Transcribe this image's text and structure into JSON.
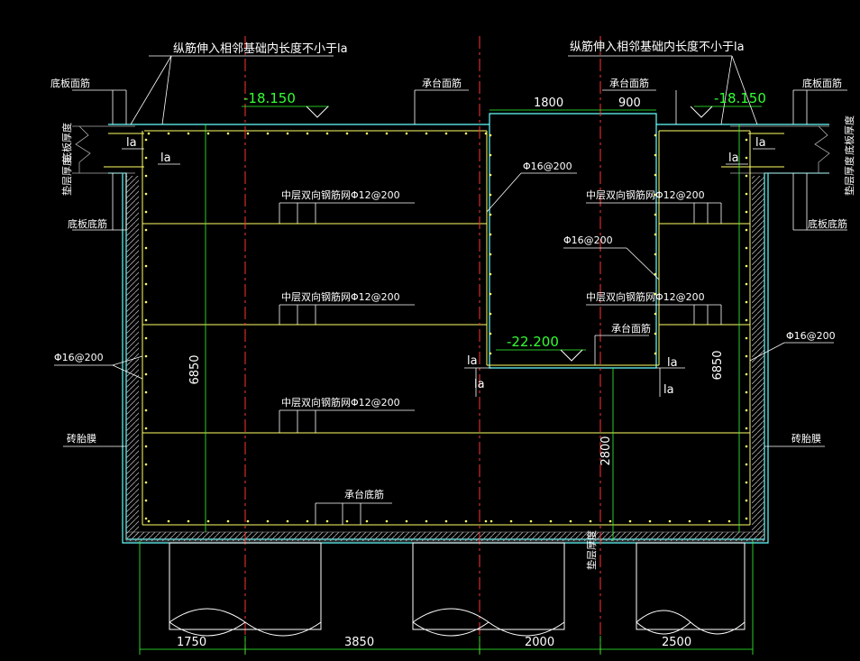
{
  "drawing": {
    "level_top": "-18.150",
    "level_pit": "-22.200",
    "notes": {
      "anchor_left": "纵筋伸入相邻基础内长度不小于la",
      "anchor_right": "纵筋伸入相邻基础内长度不小于la",
      "board_top_bar": "底板面筋",
      "board_bottom_bar": "底板底筋",
      "board_thickness": "底板厚度",
      "cushion_thickness": "垫层厚度",
      "cap_top_bar": "承台面筋",
      "cap_bottom_bar": "承台底筋",
      "brick_form": "砖胎膜",
      "mid_mesh": "中层双向钢筋网Φ12@200",
      "side_bar": "Φ16@200",
      "la": "la"
    },
    "dims": {
      "pit_width": "1800",
      "pit_offset": "900",
      "height_left": "6850",
      "height_right": "6850",
      "depth_center": "2800",
      "bottom": [
        "1750",
        "3850",
        "2000",
        "2500"
      ]
    }
  },
  "colors": {
    "background": "#000000",
    "yellow": "#ffff66",
    "green": "#33ff33",
    "cyan": "#66ffff",
    "white": "#ffffff",
    "red": "#ff3333",
    "grey": "#aaaaaa"
  }
}
